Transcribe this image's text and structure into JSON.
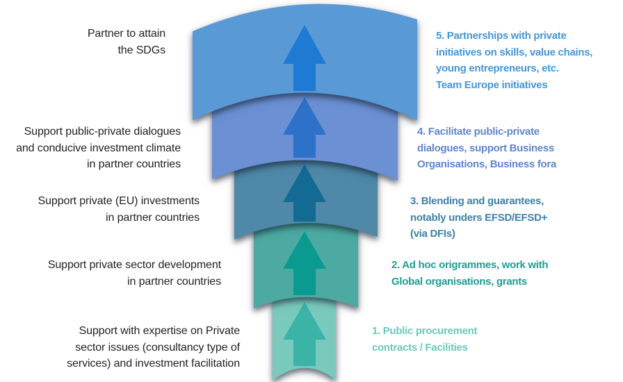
{
  "diagram": {
    "type": "funnel-infographic",
    "tiers_count": 5,
    "background_color": "#ffffff",
    "left_text_color": "#1f1f1d"
  },
  "tiers": [
    {
      "id": "1",
      "left_label": "Support with expertise on Private\nsector issues (consultancy type of\nservices) and investment facilitation",
      "right_label": "1. Public procurement\ncontracts / Facilities",
      "band_color": "#7ac9bd",
      "arrow_color": "#3bb3a7",
      "right_label_color": "#6cc8bb"
    },
    {
      "id": "2",
      "left_label": "Support private sector development\nin partner countries",
      "right_label": "2. Ad hoc origrammes, work with\nGlobal organisations, grants",
      "band_color": "#4caaa2",
      "arrow_color": "#0b9a90",
      "right_label_color": "#1c9e92"
    },
    {
      "id": "3",
      "left_label": "Support private (EU) investments\nin partner countries",
      "right_label": "3. Blending and guarantees,\nnotably unders EFSD/EFSD+\n(via DFIs)",
      "band_color": "#4f88a8",
      "arrow_color": "#136a93",
      "right_label_color": "#3d81a8"
    },
    {
      "id": "4",
      "left_label": "Support public-private dialogues\nand conducive investment climate\nin partner countries",
      "right_label": "4. Facilitate public-private\ndialogues, support Business\nOrganisations, Business fora",
      "band_color": "#6b90d4",
      "arrow_color": "#2d72c8",
      "right_label_color": "#5d87cd"
    },
    {
      "id": "5",
      "left_label": "Partner to attain\nthe SDGs",
      "right_label": "5. Partnerships with private\ninitiatives on skills, value chains,\nyoung entrepreneurs, etc.\nTeam Europe initiatives",
      "band_color": "#5999d6",
      "arrow_color": "#1e7ad2",
      "right_label_color": "#4496d8"
    }
  ]
}
